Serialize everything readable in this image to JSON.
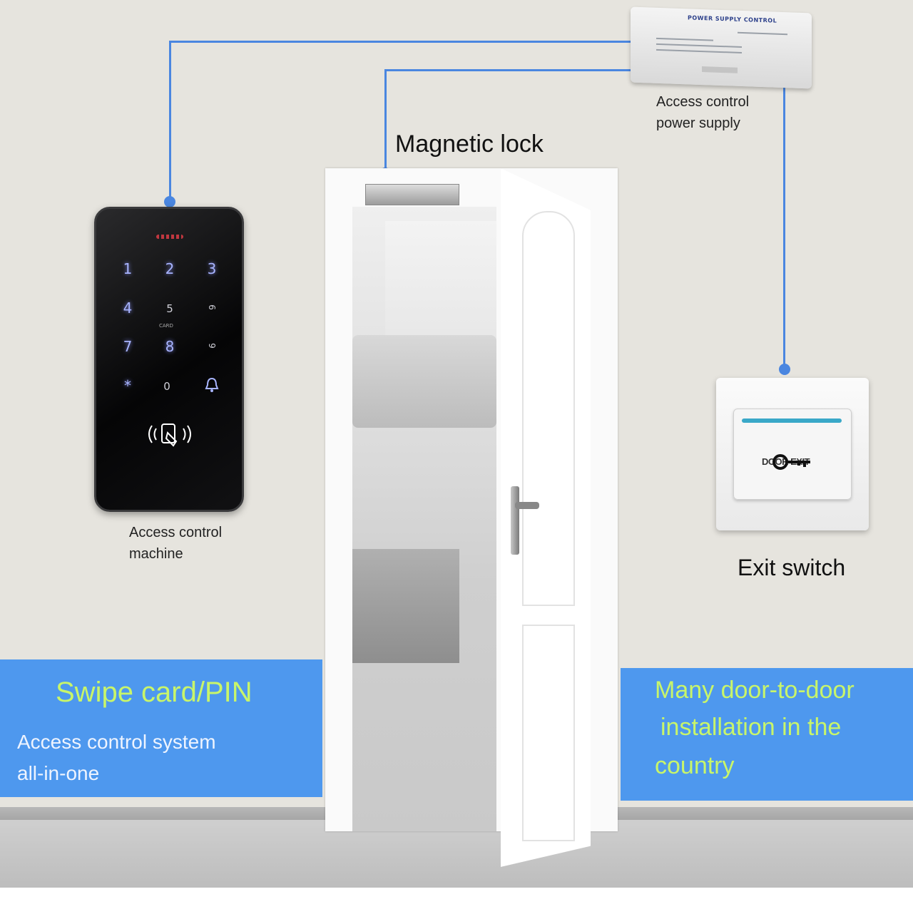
{
  "labels": {
    "power_supply": [
      "Access control",
      "power supply"
    ],
    "magnetic_lock": "Magnetic lock",
    "access_machine": [
      "Access control",
      "machine"
    ],
    "exit_switch": "Exit switch"
  },
  "psu_box": {
    "title": "POWER SUPPLY CONTROL"
  },
  "keypad": {
    "keys": [
      "1",
      "2",
      "3",
      "4",
      "5",
      "6",
      "7",
      "8",
      "9",
      "*",
      "0"
    ],
    "card_label": "CARD",
    "card_reader_icon": "rfid-card-icon",
    "bell_icon": "bell-icon"
  },
  "exit_button": {
    "text": "DOOR EXIT",
    "icon": "key-icon"
  },
  "left_banner": {
    "headline": "Swipe card/PIN",
    "lines": [
      "Access control system",
      "all-in-one"
    ]
  },
  "right_banner": {
    "lines": [
      "Many door-to-door",
      "installation in the",
      "country"
    ]
  },
  "colors": {
    "wire": "#4a86e0",
    "banner": "#4e98ee",
    "headline": "#c8f56a",
    "keypad_glow": "#a8b4ff"
  }
}
